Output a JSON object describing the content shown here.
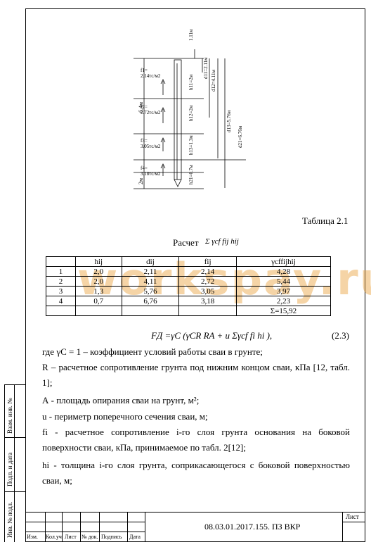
{
  "drawing": {
    "top_dim": "1.11м",
    "left_dim": "6.4м",
    "bottom_dim": "2м",
    "f_labels": [
      "f1=\n2.14тс/м2",
      "f2=\n2.72тс/м2",
      "f3=\n3.05тс/м2",
      "f4=\n3.18тс/м2"
    ],
    "h_labels": [
      "h11=2м",
      "h12=2м",
      "h13=1.3м",
      "h21=0.7м"
    ],
    "d_labels": [
      "d11=2.11м",
      "d12=4.11м",
      "d13=5.76м",
      "d21=6.76м"
    ]
  },
  "table_caption": "Таблица 2.1",
  "calc_title": "Расчет",
  "calc_formula": "Σ γcf fij hij",
  "table": {
    "headers": [
      "hij",
      "dij",
      "fij",
      "γcffijhij"
    ],
    "rows": [
      [
        "1",
        "2,0",
        "2,11",
        "2,14",
        "4,28"
      ],
      [
        "2",
        "2,0",
        "4,11",
        "2,72",
        "5,44"
      ],
      [
        "3",
        "1,3",
        "5,76",
        "3,05",
        "3,97"
      ],
      [
        "4",
        "0,7",
        "6,76",
        "3,18",
        "2,23"
      ],
      [
        "",
        "",
        "",
        "",
        "Σ=15,92"
      ]
    ]
  },
  "formula": "FД =γC (γCR RA + u Σγcf fi hi ),",
  "formula_number": "(2.3)",
  "paragraphs": [
    "где  γC = 1 – коэффициент условий работы сваи в грунте;",
    "R – расчетное сопротивление грунта под нижним концом сваи, кПа [12, табл. 1];",
    "А - площадь опирания сваи на грунт, м²;",
    "u - периметр поперечного сечения сваи, м;",
    "fi - расчетное сопротивление i-го слоя грунта основания на боковой поверхности сваи, кПа, принимаемое по табл. 2[12];",
    "hi - толщина i-го слоя грунта, соприкасающегося с боковой поверхностью сваи, м;"
  ],
  "sidebar": [
    "Взам. инв. №",
    "Подп. и дата",
    "Инв. № подл."
  ],
  "stamp": {
    "doc_code": "08.03.01.2017.155. ПЗ ВКР",
    "sheet_label": "Лист",
    "cols": [
      "Изм.",
      "Кол.уч",
      "Лист",
      "№ док.",
      "Подпись",
      "Дата"
    ]
  },
  "watermark": "workspay.ru"
}
